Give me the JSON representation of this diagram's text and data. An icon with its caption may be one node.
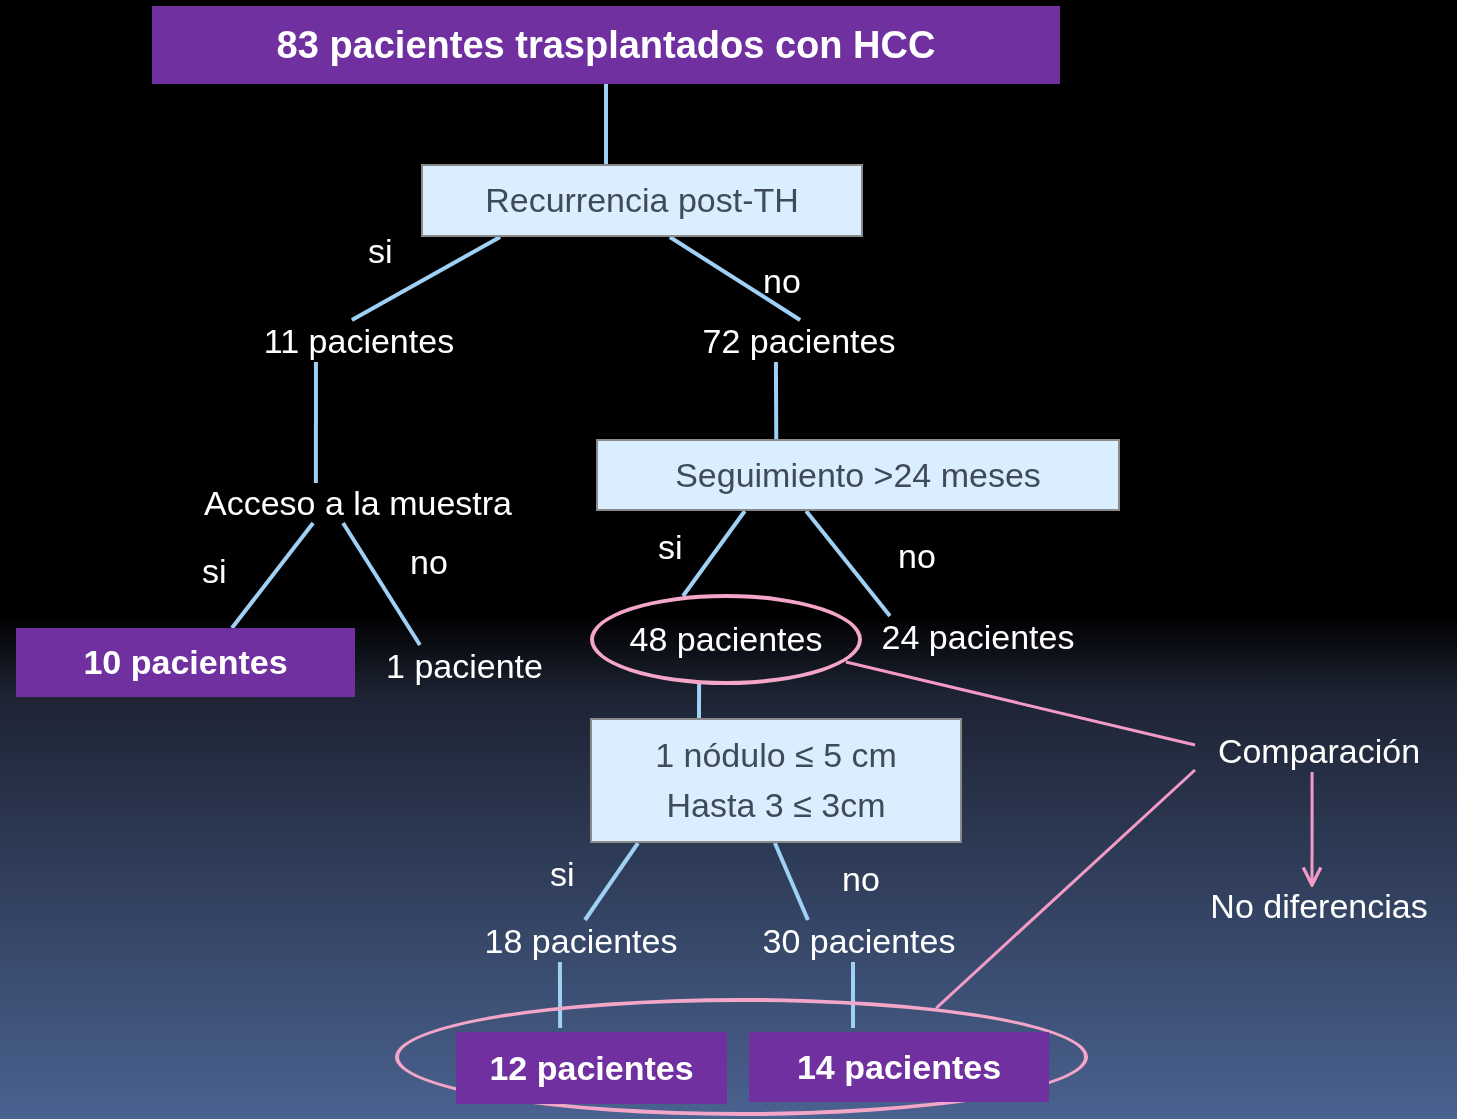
{
  "diagram": {
    "nodes": [
      {
        "text": [
          "83 pacientes trasplantados con HCC"
        ]
      },
      {
        "text": [
          "Recurrencia post-TH"
        ]
      },
      {
        "text": [
          "11 pacientes"
        ]
      },
      {
        "text": [
          "72 pacientes"
        ]
      },
      {
        "text": [
          "Acceso a la muestra"
        ]
      },
      {
        "text": [
          "Seguimiento >24 meses"
        ]
      },
      {
        "text": [
          "10 pacientes"
        ]
      },
      {
        "text": [
          "1 paciente"
        ]
      },
      {
        "text": [
          "48 pacientes"
        ]
      },
      {
        "text": [
          "24 pacientes"
        ]
      },
      {
        "text": [
          "1 nódulo ≤ 5 cm",
          "Hasta 3 ≤ 3cm"
        ]
      },
      {
        "text": [
          "18 pacientes"
        ]
      },
      {
        "text": [
          "30 pacientes"
        ]
      },
      {
        "text": [],
        "shape": "ellipse"
      },
      {
        "text": [
          "12 pacientes"
        ],
        "in": 13
      },
      {
        "text": [
          "14 pacientes"
        ],
        "in": 13
      },
      {
        "text": [
          "Comparación"
        ]
      },
      {
        "text": [
          "No diferencias"
        ]
      }
    ],
    "edges": [
      {
        "from": 0,
        "to": 1,
        "arrow": "none"
      },
      {
        "from": 1,
        "to": 2,
        "arrow": "none",
        "label": "si"
      },
      {
        "from": 1,
        "to": 3,
        "arrow": "none",
        "label": "no"
      },
      {
        "from": 2,
        "to": 4,
        "arrow": "none"
      },
      {
        "from": 3,
        "to": 5,
        "arrow": "none"
      },
      {
        "from": 4,
        "to": 6,
        "arrow": "none",
        "label": "si"
      },
      {
        "from": 4,
        "to": 7,
        "arrow": "none",
        "label": "no"
      },
      {
        "from": 5,
        "to": 8,
        "arrow": "none",
        "label": "si"
      },
      {
        "from": 5,
        "to": 9,
        "arrow": "none",
        "label": "no"
      },
      {
        "from": 8,
        "to": 10,
        "arrow": "none"
      },
      {
        "from": 10,
        "to": 11,
        "arrow": "none",
        "label": "si"
      },
      {
        "from": 10,
        "to": 12,
        "arrow": "none",
        "label": "no"
      },
      {
        "from": 11,
        "to": 14,
        "arrow": "none"
      },
      {
        "from": 12,
        "to": 15,
        "arrow": "none"
      },
      {
        "from": 16,
        "to": 8,
        "arrow": "none",
        "color": "#f49ac6"
      },
      {
        "from": 16,
        "to": 13,
        "arrow": "none",
        "color": "#f49ac6"
      },
      {
        "from": 16,
        "to": 17,
        "arrow": "to",
        "color": "#f49ac6"
      }
    ]
  }
}
